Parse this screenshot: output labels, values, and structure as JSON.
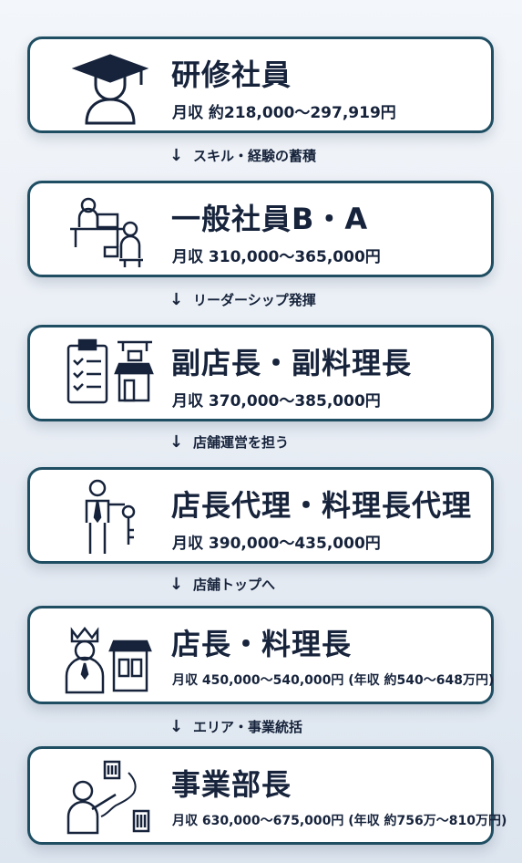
{
  "cards": [
    {
      "title": "研修社員",
      "salary": "月収 約218,000〜297,919円",
      "icon": "graduate-icon"
    },
    {
      "title": "一般社員B・A",
      "salary": "月収 310,000〜365,000円",
      "icon": "office-workers-icon"
    },
    {
      "title": "副店長・副料理長",
      "salary": "月収 370,000〜385,000円",
      "icon": "checklist-shop-icon"
    },
    {
      "title": "店長代理・料理長代理",
      "salary": "月収 390,000〜435,000円",
      "icon": "person-key-icon"
    },
    {
      "title": "店長・料理長",
      "salary": "月収 450,000〜540,000円 (年収 約540〜648万円)",
      "icon": "crown-manager-shop-icon"
    },
    {
      "title": "事業部長",
      "salary": "月収 630,000〜675,000円 (年収 約756万〜810万円)",
      "icon": "executive-map-icon"
    }
  ],
  "steps": [
    {
      "arrow": "↓",
      "label": "スキル・経験の蓄積"
    },
    {
      "arrow": "↓",
      "label": "リーダーシップ発揮"
    },
    {
      "arrow": "↓",
      "label": "店舗運営を担う"
    },
    {
      "arrow": "↓",
      "label": "店舗トップへ"
    },
    {
      "arrow": "↓",
      "label": "エリア・事業統括"
    }
  ]
}
